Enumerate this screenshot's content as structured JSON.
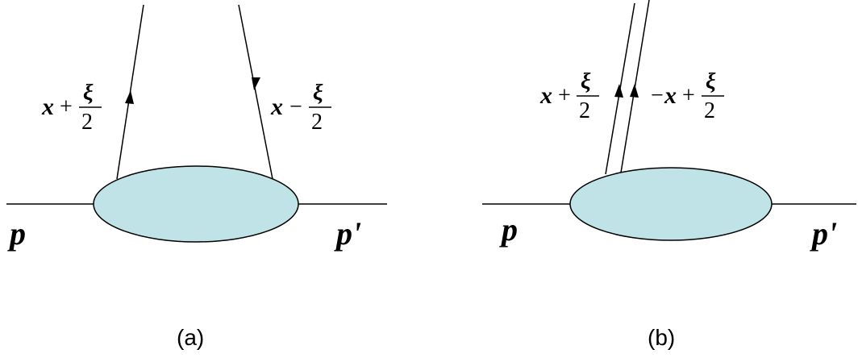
{
  "panel_a": {
    "caption": "(a)",
    "incoming_momentum": "p",
    "outgoing_momentum": "p'",
    "label_left": {
      "var": "x",
      "op": "+",
      "xi": "ξ",
      "den": "2"
    },
    "label_right": {
      "var": "x",
      "op": "−",
      "xi": "ξ",
      "den": "2"
    }
  },
  "panel_b": {
    "caption": "(b)",
    "incoming_momentum": "p",
    "outgoing_momentum": "p'",
    "label_left": {
      "var": "x",
      "op": "+",
      "xi": "ξ",
      "den": "2"
    },
    "label_right": {
      "prefix": "−",
      "var": "x",
      "op": "+",
      "xi": "ξ",
      "den": "2"
    }
  },
  "colors": {
    "blob_fill": "#bfe3e6",
    "stroke": "#000000"
  }
}
